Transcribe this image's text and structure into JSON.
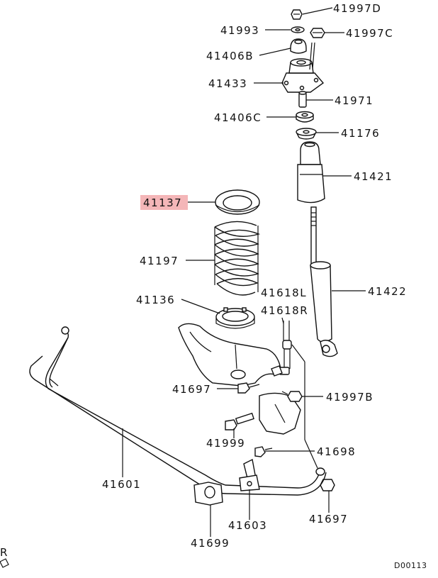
{
  "parts": [
    {
      "id": "p41997D",
      "label": "41997D"
    },
    {
      "id": "p41993",
      "label": "41993"
    },
    {
      "id": "p41997C",
      "label": "41997C"
    },
    {
      "id": "p41406B",
      "label": "41406B"
    },
    {
      "id": "p41433",
      "label": "41433"
    },
    {
      "id": "p41971",
      "label": "41971"
    },
    {
      "id": "p41406C",
      "label": "41406C"
    },
    {
      "id": "p41176",
      "label": "41176"
    },
    {
      "id": "p41421",
      "label": "41421"
    },
    {
      "id": "p41137",
      "label": "41137",
      "highlighted": true
    },
    {
      "id": "p41197",
      "label": "41197"
    },
    {
      "id": "p41422",
      "label": "41422"
    },
    {
      "id": "p41618L",
      "label": "41618L"
    },
    {
      "id": "p41136",
      "label": "41136"
    },
    {
      "id": "p41618R",
      "label": "41618R"
    },
    {
      "id": "p41697a",
      "label": "41697"
    },
    {
      "id": "p41997B",
      "label": "41997B"
    },
    {
      "id": "p41999",
      "label": "41999"
    },
    {
      "id": "p41698",
      "label": "41698"
    },
    {
      "id": "p41601",
      "label": "41601"
    },
    {
      "id": "p41603",
      "label": "41603"
    },
    {
      "id": "p41697b",
      "label": "41697"
    },
    {
      "id": "p41699",
      "label": "41699"
    }
  ],
  "corner_mark": "R",
  "diagram_ref": "D00113",
  "highlight_color": "#f4b6b8"
}
